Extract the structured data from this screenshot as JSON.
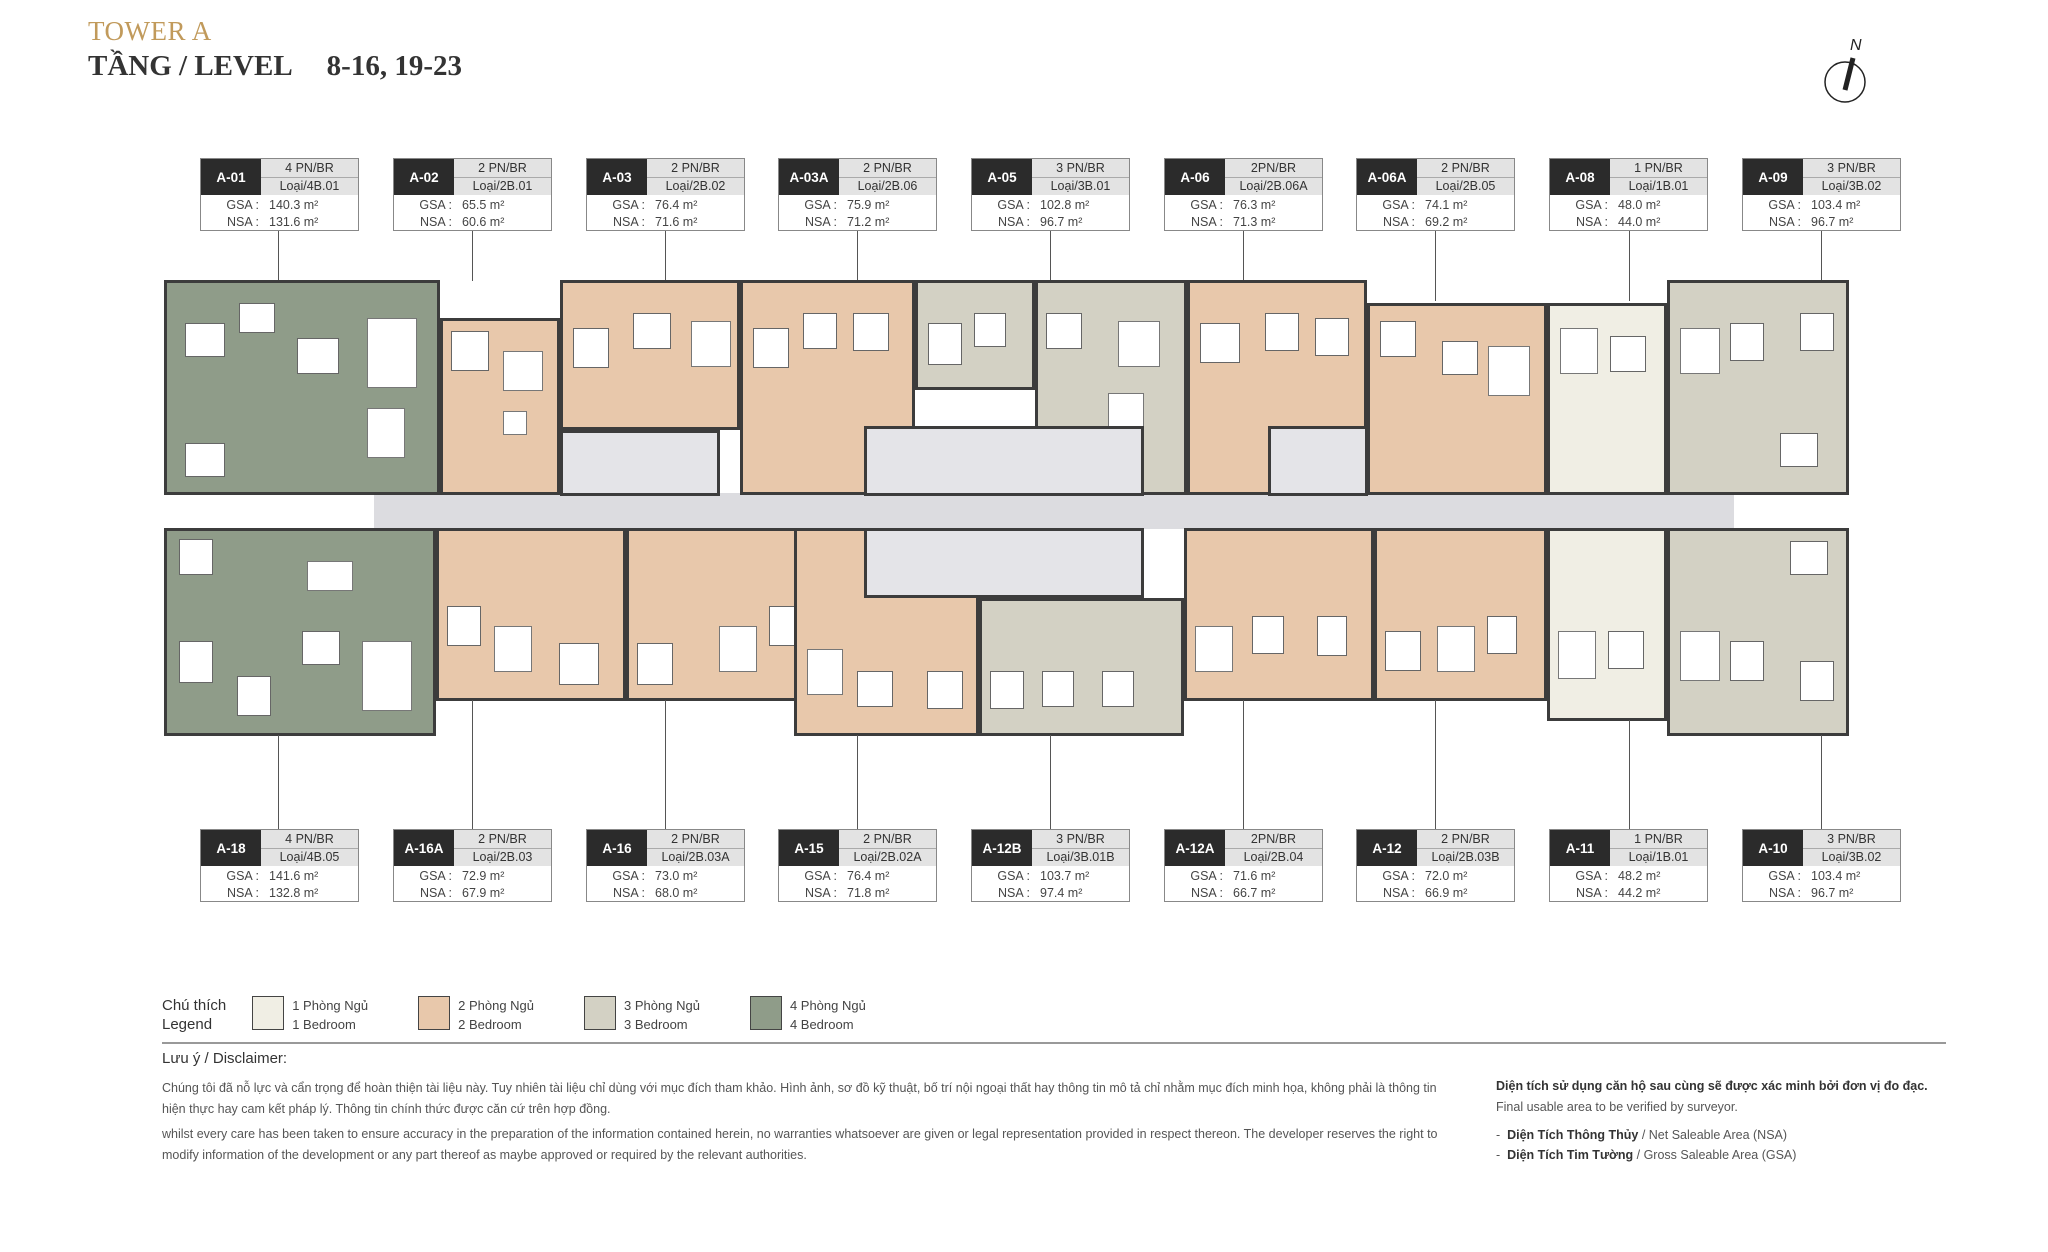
{
  "header": {
    "tower": "TOWER A",
    "level_label": "TẦNG / LEVEL",
    "level_value": "8-16, 19-23",
    "compass_label": "N"
  },
  "units_top": [
    {
      "id": "A-01",
      "bedrooms": "4 PN/BR",
      "type": "Loại/4B.01",
      "gsa": "140.3 m²",
      "nsa": "131.6 m²"
    },
    {
      "id": "A-02",
      "bedrooms": "2 PN/BR",
      "type": "Loại/2B.01",
      "gsa": "65.5 m²",
      "nsa": "60.6 m²"
    },
    {
      "id": "A-03",
      "bedrooms": "2 PN/BR",
      "type": "Loại/2B.02",
      "gsa": "76.4 m²",
      "nsa": "71.6 m²"
    },
    {
      "id": "A-03A",
      "bedrooms": "2 PN/BR",
      "type": "Loại/2B.06",
      "gsa": "75.9 m²",
      "nsa": "71.2 m²"
    },
    {
      "id": "A-05",
      "bedrooms": "3 PN/BR",
      "type": "Loại/3B.01",
      "gsa": "102.8 m²",
      "nsa": "96.7 m²"
    },
    {
      "id": "A-06",
      "bedrooms": "2PN/BR",
      "type": "Loại/2B.06A",
      "gsa": "76.3 m²",
      "nsa": "71.3 m²"
    },
    {
      "id": "A-06A",
      "bedrooms": "2 PN/BR",
      "type": "Loại/2B.05",
      "gsa": "74.1 m²",
      "nsa": "69.2 m²"
    },
    {
      "id": "A-08",
      "bedrooms": "1 PN/BR",
      "type": "Loại/1B.01",
      "gsa": "48.0 m²",
      "nsa": "44.0 m²"
    },
    {
      "id": "A-09",
      "bedrooms": "3 PN/BR",
      "type": "Loại/3B.02",
      "gsa": "103.4 m²",
      "nsa": "96.7 m²"
    }
  ],
  "units_bottom": [
    {
      "id": "A-18",
      "bedrooms": "4 PN/BR",
      "type": "Loại/4B.05",
      "gsa": "141.6 m²",
      "nsa": "132.8 m²"
    },
    {
      "id": "A-16A",
      "bedrooms": "2 PN/BR",
      "type": "Loại/2B.03",
      "gsa": "72.9 m²",
      "nsa": "67.9 m²"
    },
    {
      "id": "A-16",
      "bedrooms": "2 PN/BR",
      "type": "Loại/2B.03A",
      "gsa": "73.0 m²",
      "nsa": "68.0 m²"
    },
    {
      "id": "A-15",
      "bedrooms": "2 PN/BR",
      "type": "Loại/2B.02A",
      "gsa": "76.4 m²",
      "nsa": "71.8 m²"
    },
    {
      "id": "A-12B",
      "bedrooms": "3 PN/BR",
      "type": "Loại/3B.01B",
      "gsa": "103.7 m²",
      "nsa": "97.4 m²"
    },
    {
      "id": "A-12A",
      "bedrooms": "2PN/BR",
      "type": "Loại/2B.04",
      "gsa": "71.6 m²",
      "nsa": "66.7 m²"
    },
    {
      "id": "A-12",
      "bedrooms": "2 PN/BR",
      "type": "Loại/2B.03B",
      "gsa": "72.0 m²",
      "nsa": "66.9 m²"
    },
    {
      "id": "A-11",
      "bedrooms": "1 PN/BR",
      "type": "Loại/1B.01",
      "gsa": "48.2 m²",
      "nsa": "44.2 m²"
    },
    {
      "id": "A-10",
      "bedrooms": "3 PN/BR",
      "type": "Loại/3B.02",
      "gsa": "103.4 m²",
      "nsa": "96.7 m²"
    }
  ],
  "area_labels": {
    "gsa": "GSA :",
    "nsa": "NSA :"
  },
  "legend": {
    "title_vi": "Chú thích",
    "title_en": "Legend",
    "items": [
      {
        "vi": "1 Phòng Ngủ",
        "en": "1 Bedroom",
        "color": "#f0eee4"
      },
      {
        "vi": "2 Phòng Ngủ",
        "en": "2 Bedroom",
        "color": "#e8c8ab"
      },
      {
        "vi": "3 Phòng Ngủ",
        "en": "3 Bedroom",
        "color": "#d3d1c4"
      },
      {
        "vi": "4 Phòng Ngủ",
        "en": "4 Bedroom",
        "color": "#8f9c89"
      }
    ]
  },
  "disclaimer": {
    "title": "Lưu ý / Disclaimer:",
    "vi": "Chúng tôi đã nỗ lực và cẩn trọng để hoàn thiện tài liệu này. Tuy nhiên tài liệu chỉ dùng với mục đích tham khảo. Hình ảnh, sơ đồ kỹ thuật, bố trí nội ngoại thất hay thông tin mô tả chỉ nhằm mục đích minh họa, không phải là thông tin hiện thực hay cam kết pháp lý. Thông tin chính thức được căn cứ trên hợp đồng.",
    "en": "whilst every care has been taken to ensure accuracy in the preparation of the information contained herein, no warranties whatsoever are given or legal representation provided in respect thereon. The developer reserves the right to modify information of the development or any part thereof as maybe approved or required by the relevant authorities."
  },
  "area_note": {
    "vi": "Diện tích sử dụng căn hộ sau cùng sẽ được xác minh bởi đơn vị đo đạc.",
    "en": "Final usable area to be verified by surveyor.",
    "defs": [
      {
        "vi": "Diện Tích Thông Thủy",
        "en": " / Net Saleable Area (NSA)"
      },
      {
        "vi": "Diện Tích Tim Tường",
        "en": " / Gross Saleable Area (GSA)"
      }
    ]
  }
}
